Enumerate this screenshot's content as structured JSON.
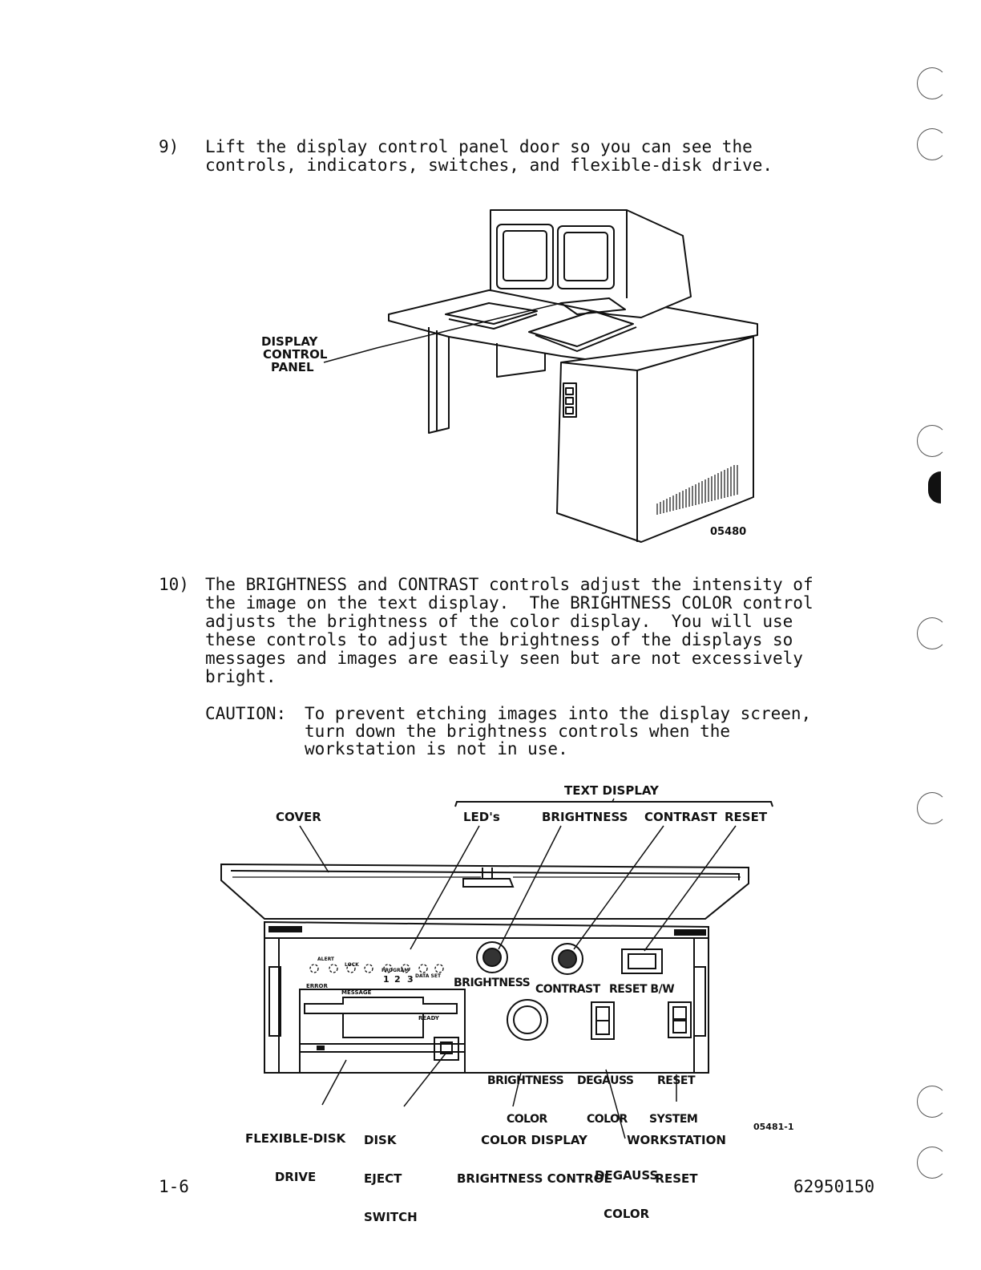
{
  "steps": [
    {
      "number": "9)",
      "lines": [
        "Lift the display control panel door so you can see the",
        "controls, indicators, switches, and flexible-disk drive."
      ]
    },
    {
      "number": "10)",
      "lines": [
        "The BRIGHTNESS and CONTRAST controls adjust the intensity of",
        "the image on the text display.  The BRIGHTNESS COLOR control",
        "adjusts the brightness of the color display.  You will use",
        "these controls to adjust the brightness of the displays so",
        "messages and images are easily seen but are not excessively",
        "bright."
      ]
    }
  ],
  "caution": {
    "label": "CAUTION:",
    "lines": [
      "To prevent etching images into the display screen,",
      "turn down the brightness controls when the",
      "workstation is not in use."
    ]
  },
  "figure1": {
    "callout": [
      "DISPLAY",
      "CONTROL",
      "PANEL"
    ],
    "figure_id": "05480"
  },
  "figure2": {
    "top_group": "TEXT DISPLAY",
    "top_labels": {
      "cover": "COVER",
      "leds": "LED's",
      "brightness": "BRIGHTNESS",
      "contrast": "CONTRAST",
      "reset": "RESET"
    },
    "panel_labels": {
      "brightness": "BRIGHTNESS",
      "contrast": "CONTRAST",
      "reset_bw": "RESET B/W",
      "brightness_color": [
        "BRIGHTNESS",
        "COLOR"
      ],
      "degauss_color": [
        "DEGAUSS",
        "COLOR"
      ],
      "reset_system": [
        "RESET",
        "SYSTEM"
      ],
      "led_top": [
        "ALERT",
        "LOCK",
        "PROGRAM",
        "DATA SET"
      ],
      "led_bottom": [
        "ERROR",
        "MESSAGE",
        "1",
        "2",
        "3",
        "READY"
      ]
    },
    "bottom_labels": {
      "flexible_disk": [
        "FLEXIBLE-DISK",
        "DRIVE"
      ],
      "disk_eject": [
        "DISK",
        "EJECT",
        "SWITCH"
      ],
      "color_display": [
        "COLOR DISPLAY",
        "BRIGHTNESS CONTROL"
      ],
      "workstation_reset": [
        "WORKSTATION",
        "RESET"
      ],
      "degauss": [
        "DEGAUSS",
        "COLOR"
      ]
    },
    "figure_id": "05481-1"
  },
  "footer": {
    "page": "1-6",
    "doc_number": "62950150"
  }
}
